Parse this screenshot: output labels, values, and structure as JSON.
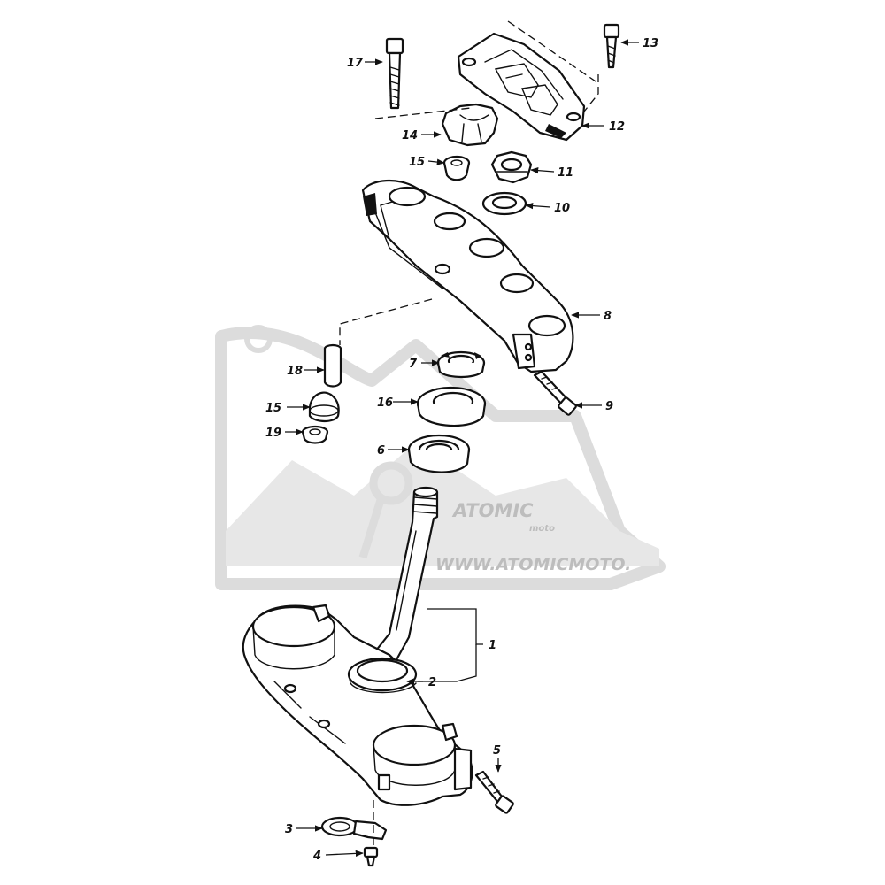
{
  "watermark": {
    "brand": "ATOMIC",
    "tagline": "moto",
    "url": "WWW.ATOMICMOTO."
  },
  "callouts": [
    "1",
    "2",
    "3",
    "4",
    "5",
    "6",
    "7",
    "8",
    "9",
    "10",
    "11",
    "12",
    "13",
    "14",
    "15",
    "15",
    "16",
    "17",
    "18",
    "19"
  ]
}
